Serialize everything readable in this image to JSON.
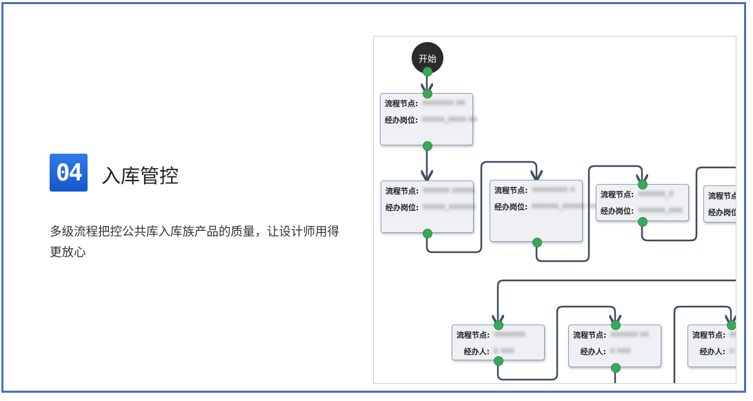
{
  "badge": {
    "number": "04"
  },
  "feature": {
    "title": "入库管控",
    "description": "多级流程把控公共库入库族产品的质量，让设计师用得更放心"
  },
  "flow": {
    "start_label": "开始",
    "labels": {
      "node": "流程节点:",
      "post": "经办岗位:",
      "handler": "经办人:"
    },
    "nodes": [
      {
        "node_value": "xxxxxxx xx",
        "second_value": "xxxxx_xxxx xx"
      },
      {
        "node_value": "xxxxxx xxxxx",
        "second_value": "xxxxx_xxxxxx"
      },
      {
        "node_value": "xxxxxxxx x",
        "second_value": "xxxxxx_xxxxx xxxxxx"
      },
      {
        "node_value": "xxxxxx_x",
        "second_value": "xxxxxx_xxx"
      },
      {
        "node_value": "xxxx",
        "second_value": ""
      },
      {
        "node_value": "xxxxxxx",
        "second_value": "x xxx"
      },
      {
        "node_value": "xxxxxx xx",
        "second_value": "x xxx"
      },
      {
        "node_value": "xxxx",
        "second_value": "x xxx"
      }
    ]
  },
  "colors": {
    "accent": "#1556cc",
    "frame": "#4a72c0",
    "connector": "#3f4c5e",
    "port": "#3aa85a"
  }
}
